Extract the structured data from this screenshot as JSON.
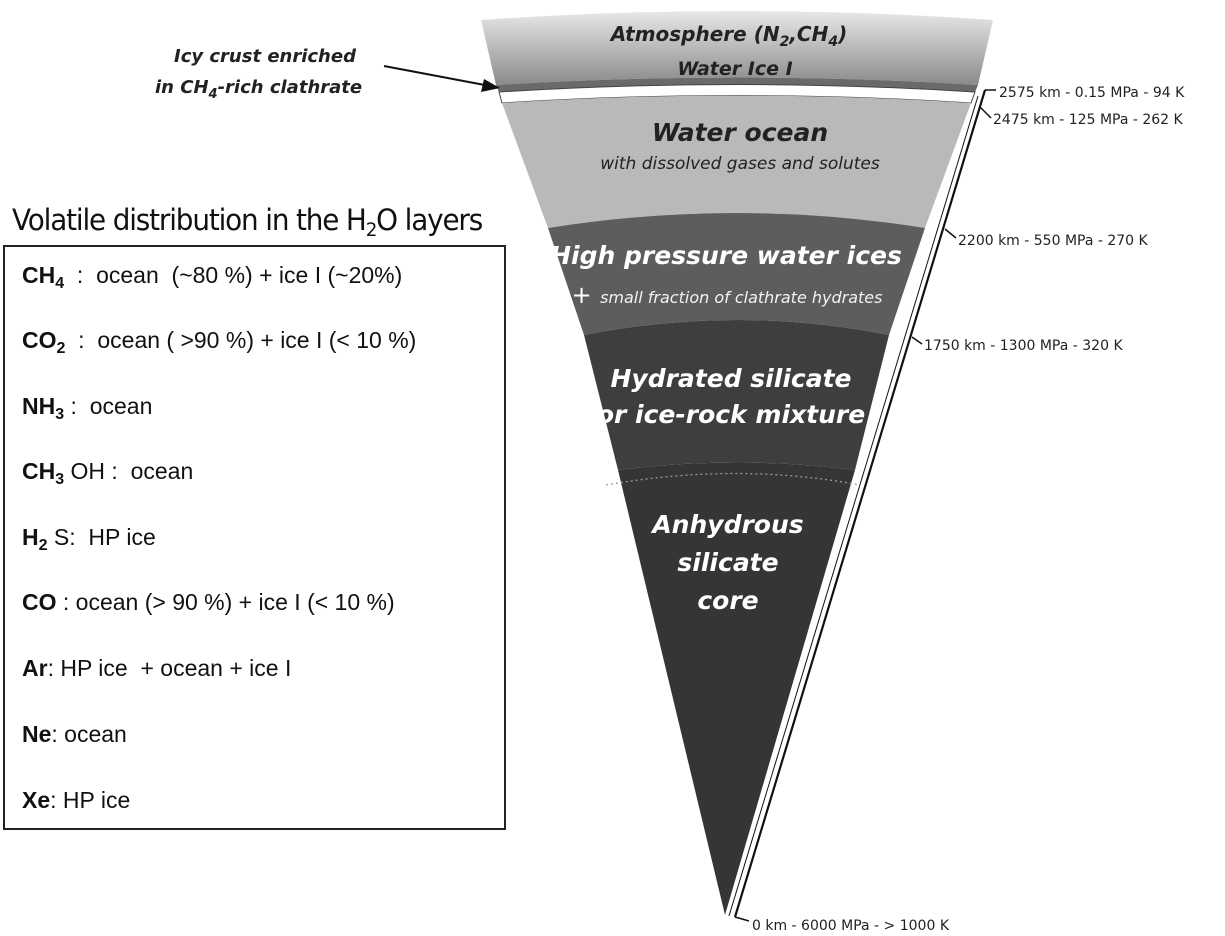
{
  "callout": {
    "line1": "Icy crust  enriched",
    "line2_prefix": "in  CH",
    "line2_sub": "4",
    "line2_suffix": "-rich clathrate"
  },
  "layers": {
    "atmosphere": {
      "prefix": "Atmosphere (N",
      "sub1": "2",
      "mid": ",CH",
      "sub2": "4",
      "suffix": ")"
    },
    "ice_i": "Water Ice I",
    "ocean": {
      "title": "Water ocean",
      "subtitle": "with dissolved gases and solutes"
    },
    "hp_ice": {
      "title": "High pressure water ices",
      "plus": "+",
      "subtitle": "small fraction of clathrate hydrates"
    },
    "hydrated": {
      "line1": "Hydrated silicate",
      "line2": "or ice-rock mixture"
    },
    "core": {
      "line1": "Anhydrous",
      "line2": "silicate",
      "line3": "core"
    }
  },
  "depth_labels": [
    "2575 km - 0.15 MPa - 94 K",
    "2475 km - 125 MPa - 262 K",
    "2200 km - 550 MPa - 270 K",
    "1750 km - 1300 MPa - 320 K",
    "0 km - 6000 MPa - > 1000 K"
  ],
  "panel": {
    "title_prefix": "Volatile distribution in the H",
    "title_sub": "2",
    "title_suffix": "O layers",
    "rows": [
      {
        "species": "CH",
        "sub": "4",
        "rest": "  :  ocean  (~80 %) + ice I (~20%)"
      },
      {
        "species": "CO",
        "sub": "2",
        "rest": "  :  ocean ( >90 %) + ice I (< 10 %)"
      },
      {
        "species": "NH",
        "sub": "3",
        "rest": " :  ocean"
      },
      {
        "species": "CH",
        "sub": "3",
        "rest": " OH :  ocean"
      },
      {
        "species": "H",
        "sub": "2",
        "rest": " S:  HP ice"
      },
      {
        "species": "CO",
        "sub": "",
        "rest": " : ocean (> 90 %) + ice I (< 10 %)"
      },
      {
        "species": "Ar",
        "sub": "",
        "rest": ": HP ice  + ocean + ice I"
      },
      {
        "species": "Ne",
        "sub": "",
        "rest": ": ocean"
      },
      {
        "species": "Xe",
        "sub": "",
        "rest": ": HP ice"
      }
    ]
  },
  "colors": {
    "atmosphere_top": "#e8e8e8",
    "atmosphere_bottom": "#8f8f8f",
    "ice_i": "#ffffff",
    "ocean": "#b9b9b9",
    "hp_ice": "#5c5c5c",
    "hydrated": "#3d3d3d",
    "core": "#353535"
  }
}
